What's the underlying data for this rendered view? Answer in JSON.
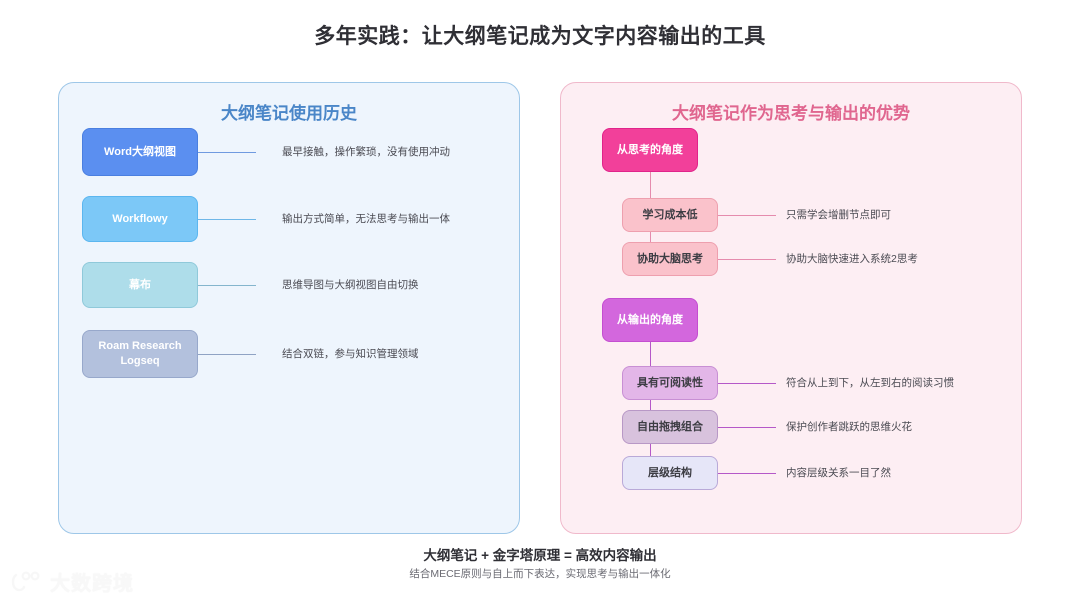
{
  "title": "多年实践：让大纲笔记成为文字内容输出的工具",
  "left_panel": {
    "title": "大纲笔记使用历史",
    "accent": "#4a86c8",
    "background": "#eef5fd",
    "border": "#9ec7e8",
    "items": [
      {
        "label": "Word大纲视图",
        "desc": "最早接触，操作繁琐，没有使用冲动",
        "fill": "#5b8ff0",
        "stroke": "#4a7fe0",
        "text_color": "#ffffff",
        "line": "#6f9ae0"
      },
      {
        "label": "Workflowy",
        "desc": "输出方式简单，无法思考与输出一体",
        "fill": "#7cc8f7",
        "stroke": "#5bb6ef",
        "text_color": "#ffffff",
        "line": "#6fb7e8"
      },
      {
        "label": "幕布",
        "desc": "思维导图与大纲视图自由切换",
        "fill": "#aeddea",
        "stroke": "#8fc9da",
        "text_color": "#ffffff",
        "line": "#84b5cd"
      },
      {
        "label": "Roam Research\nLogseq",
        "desc": "结合双链，参与知识管理领域",
        "fill": "#b3c1dd",
        "stroke": "#97a8cb",
        "text_color": "#ffffff",
        "line": "#8fa3c4"
      }
    ]
  },
  "right_panel": {
    "title": "大纲笔记作为思考与输出的优势",
    "accent": "#e0668f",
    "background": "#fdeef3",
    "border": "#f0b9cb",
    "groups": [
      {
        "header": {
          "label": "从思考的角度",
          "fill": "#f2409a",
          "stroke": "#e0248a",
          "text_color": "#ffffff"
        },
        "line": "#e58bad",
        "children": [
          {
            "label": "学习成本低",
            "desc": "只需学会增删节点即可",
            "fill": "#fac2cb",
            "stroke": "#ee9fae",
            "text_color": "#3d3d44"
          },
          {
            "label": "协助大脑思考",
            "desc": "协助大脑快速进入系统2思考",
            "fill": "#fac2cb",
            "stroke": "#ee9fae",
            "text_color": "#3d3d44"
          }
        ]
      },
      {
        "header": {
          "label": "从输出的角度",
          "fill": "#d367dd",
          "stroke": "#c44ed0",
          "text_color": "#ffffff"
        },
        "line": "#b558c8",
        "children": [
          {
            "label": "具有可阅读性",
            "desc": "符合从上到下，从左到右的阅读习惯",
            "fill": "#e3b6e8",
            "stroke": "#c88fd4",
            "text_color": "#3d3d44"
          },
          {
            "label": "自由拖拽组合",
            "desc": "保护创作者跳跃的思维火花",
            "fill": "#d8c2dd",
            "stroke": "#b898c6",
            "text_color": "#3d3d44"
          },
          {
            "label": "层级结构",
            "desc": "内容层级关系一目了然",
            "fill": "#e6e6f8",
            "stroke": "#b9a9d8",
            "text_color": "#3d3d44"
          }
        ]
      }
    ]
  },
  "footer": {
    "main": "大纲笔记 + 金字塔原理 = 高效内容输出",
    "sub": "结合MECE原则与自上而下表达，实现思考与输出一体化"
  },
  "watermark": {
    "text": "大数跨境",
    "icon": "paw-logo-icon"
  }
}
